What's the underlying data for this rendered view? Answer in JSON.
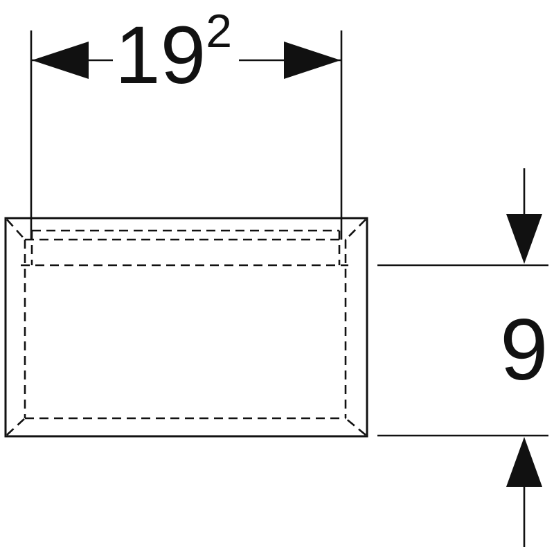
{
  "page": {
    "background_color": "#ffffff",
    "line_color": "#111111",
    "description": "Technical dimension drawing: top view of a rectangular box with hidden interior edges shown dashed"
  },
  "drawing": {
    "width_dimension": {
      "value": "19",
      "exponent": "2"
    },
    "height_dimension": {
      "value": "9"
    },
    "icons": {
      "width_arrow_left": "filled-triangle-pointing-left",
      "width_arrow_right": "filled-triangle-pointing-right",
      "height_arrow_down": "filled-triangle-pointing-down",
      "height_arrow_up": "filled-triangle-pointing-up"
    }
  }
}
